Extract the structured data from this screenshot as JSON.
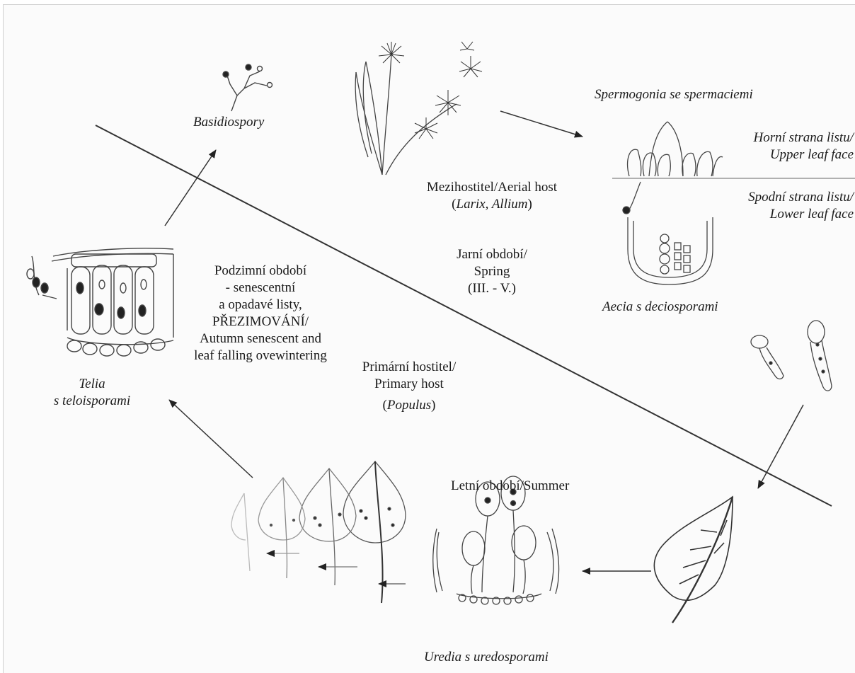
{
  "stages": {
    "basidiospores": "Basidiospory",
    "spermogonia": "Spermogonia se spermaciemi",
    "aecia": "Aecia s deciosporami",
    "uredia": "Uredia s uredosporami",
    "telia_line1": "Telia",
    "telia_line2": "s teloisporami"
  },
  "leaf_faces": {
    "upper_line1": "Horní strana listu/",
    "upper_line2": "Upper leaf face",
    "lower_line1": "Spodní strana listu/",
    "lower_line2": "Lower leaf face"
  },
  "hosts": {
    "aerial_line1": "Mezihostitel/Aerial host",
    "aerial_open": "(",
    "aerial_genera": "Larix, Allium",
    "aerial_close": ")",
    "primary_line1": "Primární hostitel/",
    "primary_line2": "Primary host",
    "primary_open": "(",
    "primary_genus": "Populus",
    "primary_close": ")"
  },
  "seasons": {
    "spring_line1": "Jarní období/",
    "spring_line2": "Spring",
    "spring_line3": "(III. - V.)",
    "summer": "Letní období/Summer",
    "autumn_line1": "Podzimní období",
    "autumn_line2": "- senescentní",
    "autumn_line3": "a opadavé listy,",
    "autumn_line4": "PŘEZIMOVÁNÍ/",
    "autumn_line5": "Autumn senescent and",
    "autumn_line6": "leaf falling ovewintering"
  }
}
